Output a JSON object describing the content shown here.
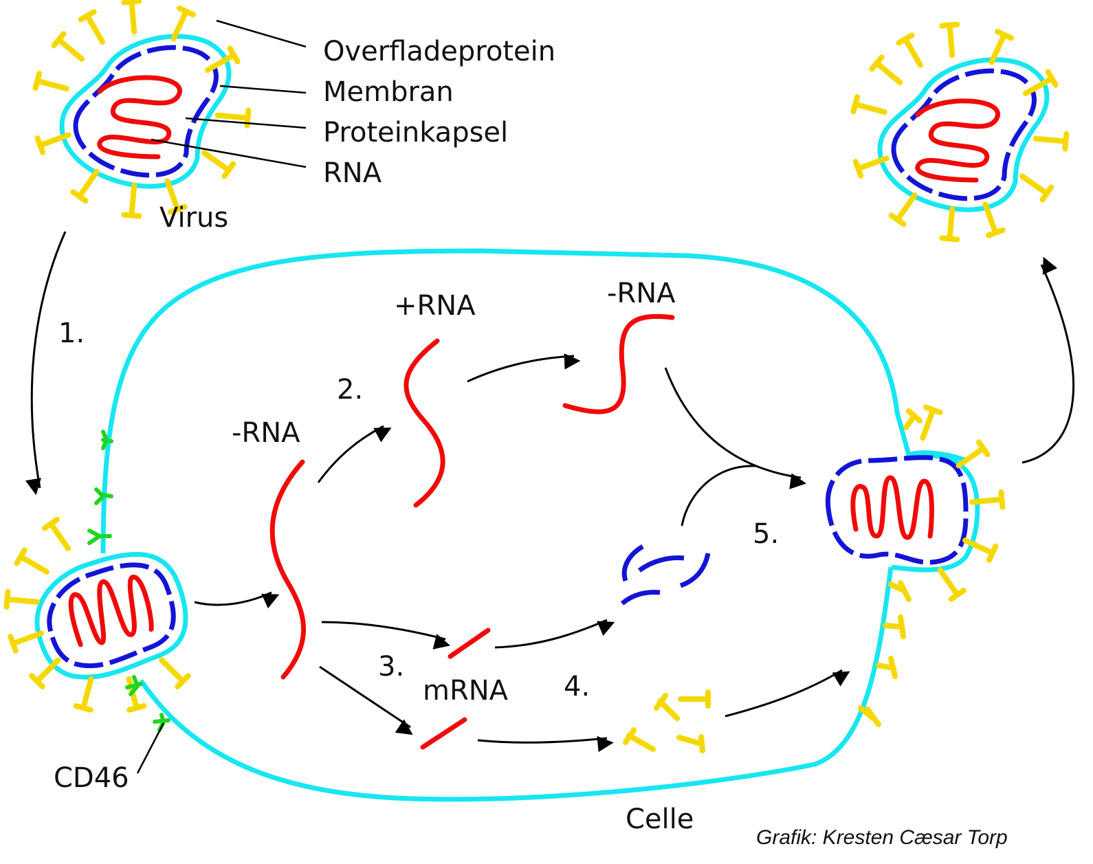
{
  "labels": {
    "overfladeprotein": "Overfladeprotein",
    "membran": "Membran",
    "proteinkapsel": "Proteinkapsel",
    "rna": "RNA",
    "virus": "Virus",
    "step1": "1.",
    "step2": "2.",
    "step3": "3.",
    "step4": "4.",
    "step5": "5.",
    "plus_rna": "+RNA",
    "minus_rna_left": "-RNA",
    "minus_rna_top": "-RNA",
    "mrna": "mRNA",
    "cd46": "CD46",
    "celle": "Celle",
    "credit": "Grafik: Kresten Cæsar Torp"
  },
  "colors": {
    "membrane": "#18e6f0",
    "capsid": "#1414d6",
    "rna": "#f00a0a",
    "surface_protein": "#f5d800",
    "receptor": "#22d422"
  }
}
